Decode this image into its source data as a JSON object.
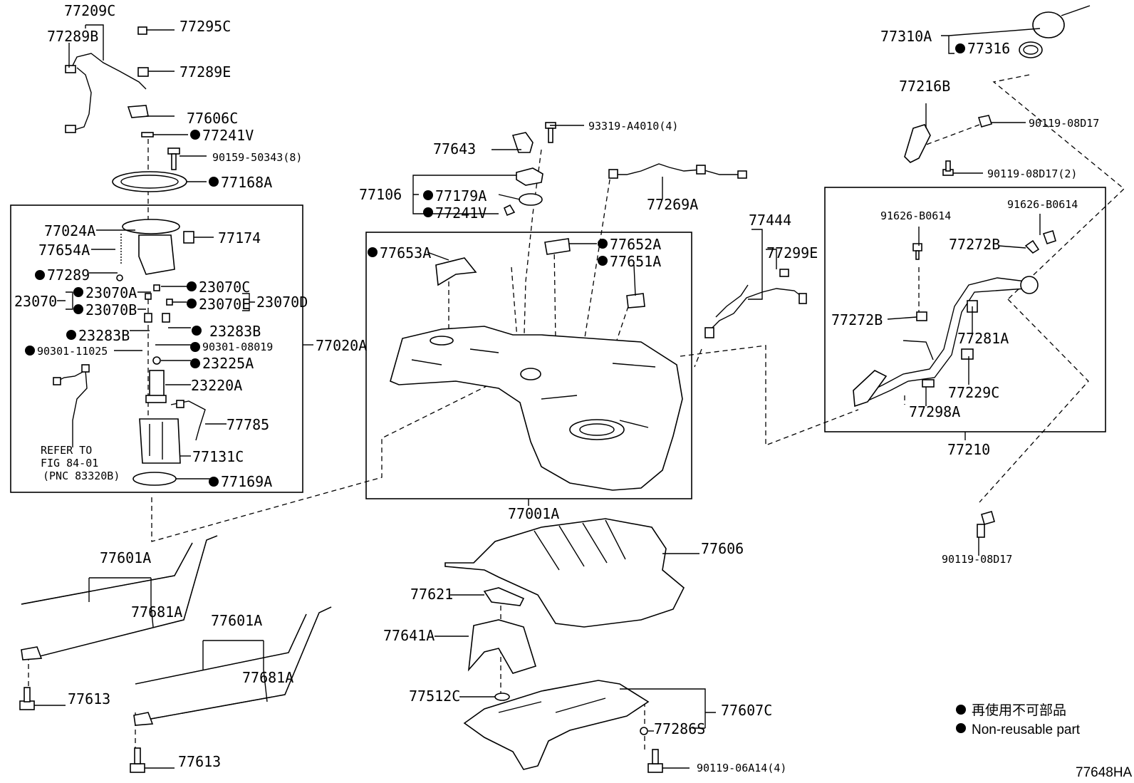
{
  "labels": {
    "l77209C": "77209C",
    "l77289B": "77289B",
    "l77295C": "77295C",
    "l77289E": "77289E",
    "l77606C": "77606C",
    "l77241V_a": "77241V",
    "l90159_50343": "90159-50343(8)",
    "l77168A": "77168A",
    "l77024A": "77024A",
    "l77174": "77174",
    "l77654A": "77654A",
    "l77289": "77289",
    "l23070C": "23070C",
    "l23070A": "23070A",
    "l23070": "23070",
    "l23070B": "23070B",
    "l23070E": "23070E",
    "l23070D": "23070D",
    "l23283B_a": "23283B",
    "l23283B_b": "23283B",
    "l90301_08019": "90301-08019",
    "l90301_11025": "90301-11025",
    "l23225A": "23225A",
    "l77020A": "77020A",
    "l23220A": "23220A",
    "l77785": "77785",
    "refer_1": "REFER TO",
    "refer_2": "FIG 84-01",
    "refer_3": "(PNC 83320B)",
    "l77131C": "77131C",
    "l77169A": "77169A",
    "l93319": "93319-A4010(4)",
    "l77643": "77643",
    "l77106": "77106",
    "l77179A": "77179A",
    "l77241V_b": "77241V",
    "l77269A": "77269A",
    "l77653A": "77653A",
    "l77652A": "77652A",
    "l77651A": "77651A",
    "l77444": "77444",
    "l77299E": "77299E",
    "l77001A": "77001A",
    "l77310A": "77310A",
    "l77316": "77316",
    "l77216B": "77216B",
    "l90119_08D17_a": "90119-08D17",
    "l90119_08D17_2": "90119-08D17(2)",
    "l91626_B0614_a": "91626-B0614",
    "l91626_B0614_b": "91626-B0614",
    "l77272B_a": "77272B",
    "l77272B_b": "77272B",
    "l77281A": "77281A",
    "l77229C": "77229C",
    "l77298A": "77298A",
    "l77210": "77210",
    "l90119_08D17_b": "90119-08D17",
    "l77601A_a": "77601A",
    "l77681A_a": "77681A",
    "l77601A_b": "77601A",
    "l77681A_b": "77681A",
    "l77613_a": "77613",
    "l77613_b": "77613",
    "l77606": "77606",
    "l77621": "77621",
    "l77641A": "77641A",
    "l77512C": "77512C",
    "l77607C": "77607C",
    "l77286S": "77286S",
    "l90119_06A14": "90119-06A14(4)"
  },
  "legend": {
    "jp": "再使用不可部品",
    "en": "Non-reusable part"
  },
  "figure_code": "77648HA"
}
